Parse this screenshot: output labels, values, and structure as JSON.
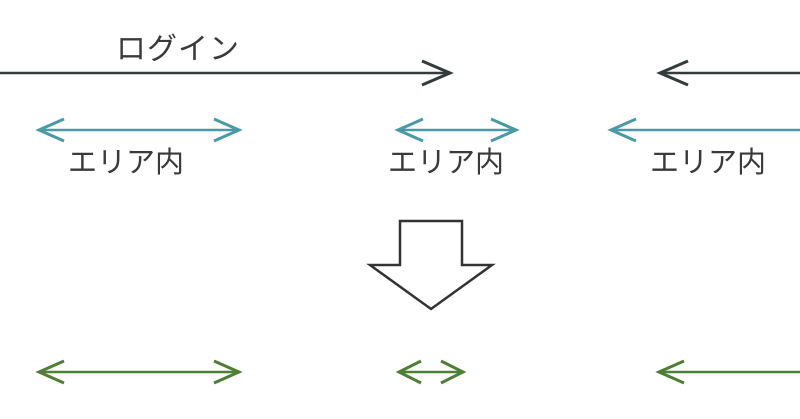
{
  "labels": {
    "login": "ログイン",
    "area_1": "エリア内",
    "area_2": "エリア内",
    "area_3": "エリア内"
  },
  "colors": {
    "login_arrow": "#333b3b",
    "area_arrow": "#4a9aa6",
    "result_arrow": "#4f7f36",
    "block_arrow_stroke": "#333333",
    "text": "#3a3a3a"
  },
  "icons": {
    "transition": "down-block-arrow-icon"
  }
}
